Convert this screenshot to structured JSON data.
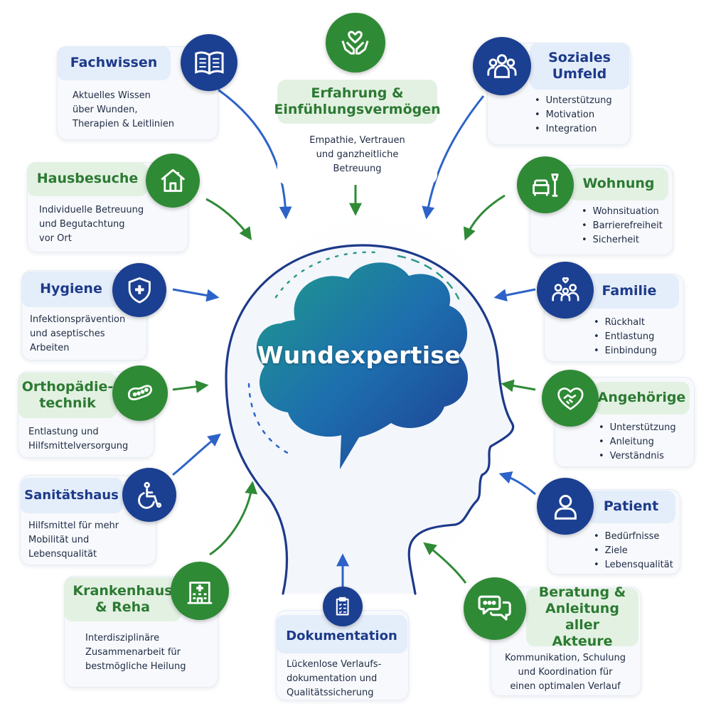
{
  "center": {
    "title": "Wundexpertise"
  },
  "colors": {
    "blue": "#1b3f91",
    "green": "#2f8a36",
    "blue_header_bg": "#e4edfa",
    "green_header_bg": "#e3f1e3"
  },
  "nodes": {
    "fachwissen": {
      "title": "Fachwissen",
      "text": [
        "Aktuelles Wissen",
        "über Wunden,",
        "Therapien & Leitlinien"
      ],
      "icon": "book-icon",
      "color": "blue"
    },
    "erfahrung": {
      "title": [
        "Erfahrung &",
        "Einfühlungsvermögen"
      ],
      "text": [
        "Empathie, Vertrauen",
        "und ganzheitliche",
        "Betreuung"
      ],
      "icon": "heart-hands-icon",
      "color": "green"
    },
    "soziales": {
      "title": [
        "Soziales",
        "Umfeld"
      ],
      "items": [
        "Unterstützung",
        "Motivation",
        "Integration"
      ],
      "icon": "people-group-icon",
      "color": "blue"
    },
    "hausbesuche": {
      "title": "Hausbesuche",
      "text": [
        "Individuelle Betreuung",
        "und Begutachtung",
        "vor Ort"
      ],
      "icon": "house-icon",
      "color": "green"
    },
    "wohnung": {
      "title": "Wohnung",
      "items": [
        "Wohnsituation",
        "Barrierefreiheit",
        "Sicherheit"
      ],
      "icon": "sofa-lamp-icon",
      "color": "green"
    },
    "hygiene": {
      "title": "Hygiene",
      "text": [
        "Infektionsprävention",
        "und aseptisches",
        "Arbeiten"
      ],
      "icon": "shield-cross-icon",
      "color": "blue"
    },
    "familie": {
      "title": "Familie",
      "items": [
        "Rückhalt",
        "Entlastung",
        "Einbindung"
      ],
      "icon": "family-heart-icon",
      "color": "blue"
    },
    "orthopaedie": {
      "title": [
        "Orthopädie-",
        "technik"
      ],
      "text": [
        "Entlastung und",
        "Hilfsmittelversorgung"
      ],
      "icon": "insole-icon",
      "color": "green"
    },
    "angehoerige": {
      "title": "Angehörige",
      "items": [
        "Unterstützung",
        "Anleitung",
        "Verständnis"
      ],
      "icon": "handshake-heart-icon",
      "color": "green"
    },
    "sanitaetshaus": {
      "title": "Sanitätshaus",
      "text": [
        "Hilfsmittel für mehr",
        "Mobilität und",
        "Lebensqualität"
      ],
      "icon": "wheelchair-icon",
      "color": "blue"
    },
    "patient": {
      "title": "Patient",
      "items": [
        "Bedürfnisse",
        "Ziele",
        "Lebensqualität"
      ],
      "icon": "person-icon",
      "color": "blue"
    },
    "krankenhaus": {
      "title": [
        "Krankenhaus",
        "& Reha"
      ],
      "text": [
        "Interdisziplinäre",
        "Zusammenarbeit für",
        "bestmögliche Heilung"
      ],
      "icon": "hospital-icon",
      "color": "green"
    },
    "dokumentation": {
      "title": "Dokumentation",
      "text": [
        "Lückenlose Verlaufs-",
        "dokumentation und",
        "Qualitätssicherung"
      ],
      "icon": "clipboard-icon",
      "color": "blue"
    },
    "beratung": {
      "title": [
        "Beratung &",
        "Anleitung aller",
        "Akteure"
      ],
      "text": [
        "Kommunikation, Schulung",
        "und Koordination für",
        "einen optimalen Verlauf"
      ],
      "icon": "speech-bubbles-icon",
      "color": "green"
    }
  }
}
